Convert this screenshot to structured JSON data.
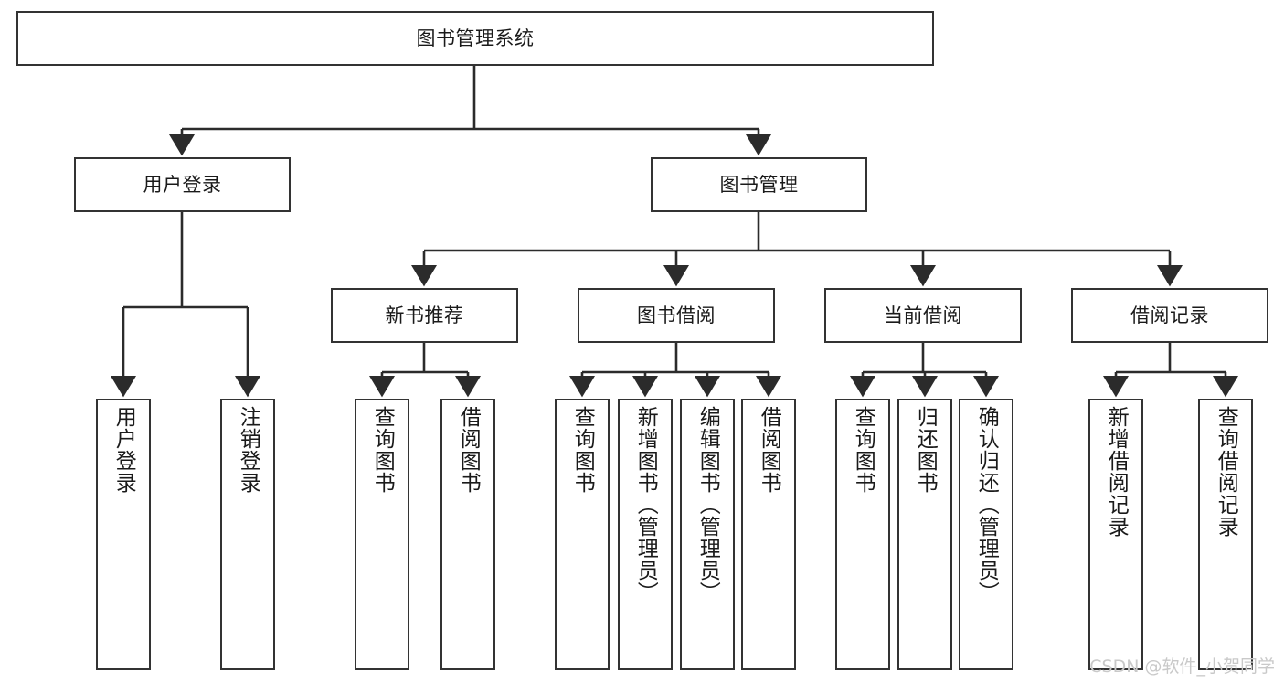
{
  "diagram": {
    "title_node": {
      "label": "图书管理系统"
    },
    "level1": [
      {
        "label": "用户登录"
      },
      {
        "label": "图书管理"
      }
    ],
    "level2": [
      {
        "label": "新书推荐"
      },
      {
        "label": "图书借阅"
      },
      {
        "label": "当前借阅"
      },
      {
        "label": "借阅记录"
      }
    ],
    "leaves": {
      "user_login": [
        {
          "label": "用户登录"
        },
        {
          "label": "注销登录"
        }
      ],
      "new_book_recommend": [
        {
          "label": "查询图书"
        },
        {
          "label": "借阅图书"
        }
      ],
      "book_borrow": [
        {
          "label": "查询图书"
        },
        {
          "label": "新增图书（管理员）"
        },
        {
          "label": "编辑图书（管理员）"
        },
        {
          "label": "借阅图书"
        }
      ],
      "current_borrow": [
        {
          "label": "查询图书"
        },
        {
          "label": "归还图书"
        },
        {
          "label": "确认归还（管理员）"
        }
      ],
      "borrow_record": [
        {
          "label": "新增借阅记录"
        },
        {
          "label": "查询借阅记录"
        }
      ]
    }
  },
  "watermark": {
    "text": "CSDN @软件_小贺同学"
  },
  "colors": {
    "border": "#333333",
    "fill": "#ffffff",
    "text": "#1a1a1a",
    "watermark": "#c9c9c9"
  }
}
